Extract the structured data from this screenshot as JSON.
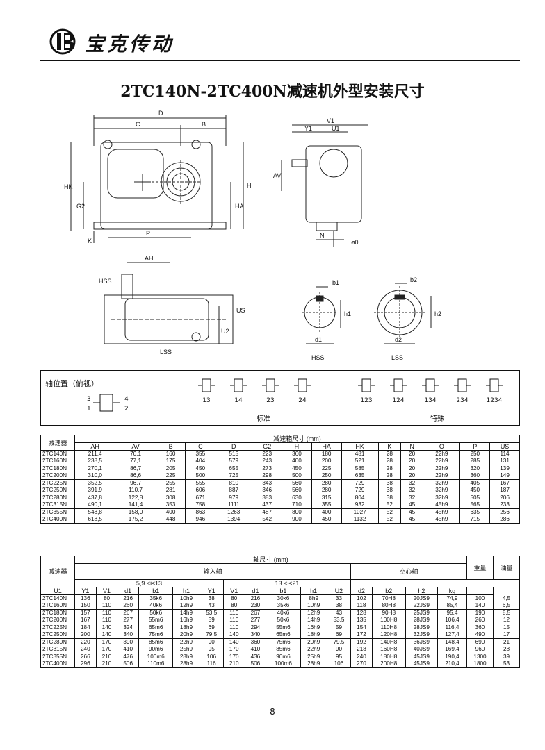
{
  "header": {
    "brand": "宝克传动",
    "logo_icon": "bk-monogram-icon"
  },
  "title": "2TC140N-2TC400N减速机外型安装尺寸",
  "drawing_labels": {
    "D": "D",
    "C": "C",
    "B": "B",
    "HK": "HK",
    "G2": "G2",
    "H": "H",
    "HA": "HA",
    "P": "P",
    "K": "K",
    "V1": "V1",
    "Y1": "Y1",
    "U1": "U1",
    "AV": "AV",
    "N": "N",
    "O": "ø0",
    "AH": "AH",
    "HSS": "HSS",
    "LSS": "LSS",
    "US": "US",
    "U2": "U2",
    "b1": "b1",
    "h1": "h1",
    "d1": "d1",
    "b2": "b2",
    "h2": "h2",
    "d2": "d2",
    "hss2": "HSS",
    "lss2": "LSS"
  },
  "shaft_position": {
    "label": "轴位置（俯视）",
    "n1": "1",
    "n2": "2",
    "n3": "3",
    "n4": "4",
    "standard_label": "标准",
    "special_label": "特殊",
    "standard": [
      "13",
      "14",
      "23",
      "24"
    ],
    "special": [
      "123",
      "124",
      "134",
      "234",
      "1234"
    ]
  },
  "table1": {
    "model_header": "减速器",
    "group_header": "减速箱尺寸 (mm)",
    "columns": [
      "AH",
      "AV",
      "B",
      "C",
      "D",
      "G2",
      "H",
      "HA",
      "HK",
      "K",
      "N",
      "O",
      "P",
      "US"
    ],
    "rows": [
      [
        "2TC140N",
        "211,4",
        "70,1",
        "160",
        "355",
        "515",
        "223",
        "360",
        "180",
        "481",
        "28",
        "20",
        "22h9",
        "250",
        "114"
      ],
      [
        "2TC160N",
        "238,5",
        "77,1",
        "175",
        "404",
        "579",
        "243",
        "400",
        "200",
        "521",
        "28",
        "20",
        "22h9",
        "285",
        "131"
      ],
      [
        "2TC180N",
        "270,1",
        "86,7",
        "205",
        "450",
        "655",
        "273",
        "450",
        "225",
        "585",
        "28",
        "20",
        "22h9",
        "320",
        "139"
      ],
      [
        "2TC200N",
        "310,0",
        "86,6",
        "225",
        "500",
        "725",
        "298",
        "500",
        "250",
        "635",
        "28",
        "20",
        "22h9",
        "360",
        "149"
      ],
      [
        "2TC225N",
        "352,5",
        "96,7",
        "255",
        "555",
        "810",
        "343",
        "560",
        "280",
        "729",
        "38",
        "32",
        "32h9",
        "405",
        "167"
      ],
      [
        "2TC250N",
        "391,9",
        "110,7",
        "281",
        "606",
        "887",
        "346",
        "560",
        "280",
        "729",
        "38",
        "32",
        "32h9",
        "450",
        "187"
      ],
      [
        "2TC280N",
        "437,8",
        "122,8",
        "308",
        "671",
        "979",
        "383",
        "630",
        "315",
        "804",
        "38",
        "32",
        "32h9",
        "505",
        "206"
      ],
      [
        "2TC315N",
        "490,1",
        "141,4",
        "353",
        "758",
        "1111",
        "437",
        "710",
        "355",
        "932",
        "52",
        "45",
        "45h9",
        "565",
        "233"
      ],
      [
        "2TC355N",
        "548,8",
        "158,0",
        "400",
        "863",
        "1263",
        "487",
        "800",
        "400",
        "1027",
        "52",
        "45",
        "45h9",
        "635",
        "256"
      ],
      [
        "2TC400N",
        "618,5",
        "175,2",
        "448",
        "946",
        "1394",
        "542",
        "900",
        "450",
        "1132",
        "52",
        "45",
        "45h9",
        "715",
        "286"
      ]
    ]
  },
  "table2": {
    "model_header": "减速器",
    "group_header": "轴尺寸 (mm)",
    "input_header": "输入轴",
    "hollow_header": "空心轴",
    "weight_header": "重量",
    "oil_header": "油量",
    "ratio1": "5,9 <i≤13",
    "ratio2": "13 <i≤21",
    "columns": [
      "U1",
      "Y1",
      "V1",
      "d1",
      "b1",
      "h1",
      "Y1",
      "V1",
      "d1",
      "b1",
      "h1",
      "U2",
      "d2",
      "b2",
      "h2",
      "kg",
      "l"
    ],
    "rows": [
      [
        "2TC140N",
        "136",
        "80",
        "216",
        "35k6",
        "10h9",
        "38",
        "80",
        "216",
        "30k6",
        "8h9",
        "33",
        "102",
        "70H8",
        "20JS9",
        "74,9",
        "100",
        "4,5"
      ],
      [
        "2TC160N",
        "150",
        "110",
        "260",
        "40k6",
        "12h9",
        "43",
        "80",
        "230",
        "35k6",
        "10h9",
        "38",
        "118",
        "80H8",
        "22JS9",
        "85,4",
        "140",
        "6,5"
      ],
      [
        "2TC180N",
        "157",
        "110",
        "267",
        "50k6",
        "14h9",
        "53,5",
        "110",
        "267",
        "40k6",
        "12h9",
        "43",
        "128",
        "90H8",
        "25JS9",
        "95,4",
        "190",
        "8,5"
      ],
      [
        "2TC200N",
        "167",
        "110",
        "277",
        "55m6",
        "16h9",
        "59",
        "110",
        "277",
        "50k6",
        "14h9",
        "53,5",
        "135",
        "100H8",
        "28JS9",
        "106,4",
        "260",
        "12"
      ],
      [
        "2TC225N",
        "184",
        "140",
        "324",
        "65m6",
        "18h9",
        "69",
        "110",
        "294",
        "55m6",
        "16h9",
        "59",
        "154",
        "110H8",
        "28JS9",
        "116,4",
        "360",
        "15"
      ],
      [
        "2TC250N",
        "200",
        "140",
        "340",
        "75m6",
        "20h9",
        "79,5",
        "140",
        "340",
        "65m6",
        "18h9",
        "69",
        "172",
        "120H8",
        "32JS9",
        "127,4",
        "490",
        "17"
      ],
      [
        "2TC280N",
        "220",
        "170",
        "390",
        "85m6",
        "22h9",
        "90",
        "140",
        "360",
        "75m6",
        "20h9",
        "79,5",
        "192",
        "140H8",
        "36JS9",
        "148,4",
        "690",
        "21"
      ],
      [
        "2TC315N",
        "240",
        "170",
        "410",
        "90m6",
        "25h9",
        "95",
        "170",
        "410",
        "85m6",
        "22h9",
        "90",
        "218",
        "160H8",
        "40JS9",
        "169,4",
        "960",
        "28"
      ],
      [
        "2TC355N",
        "266",
        "210",
        "476",
        "100m6",
        "28h9",
        "106",
        "170",
        "436",
        "90m6",
        "25h9",
        "95",
        "240",
        "180H8",
        "45JS9",
        "190,4",
        "1300",
        "39"
      ],
      [
        "2TC400N",
        "296",
        "210",
        "506",
        "110m6",
        "28h9",
        "116",
        "210",
        "506",
        "100m6",
        "28h9",
        "106",
        "270",
        "200H8",
        "45JS9",
        "210,4",
        "1800",
        "53"
      ]
    ]
  },
  "page_number": "8"
}
